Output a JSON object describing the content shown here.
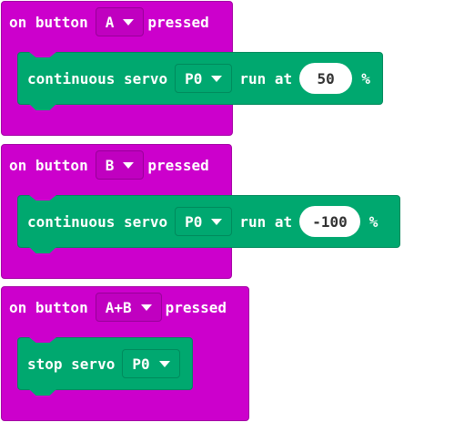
{
  "blocks": [
    {
      "event_prefix": "on button",
      "button": "A",
      "event_suffix": "pressed",
      "statement": {
        "prefix": "continuous servo",
        "pin": "P0",
        "middle": "run at",
        "value": "50",
        "suffix": "%"
      }
    },
    {
      "event_prefix": "on button",
      "button": "B",
      "event_suffix": "pressed",
      "statement": {
        "prefix": "continuous servo",
        "pin": "P0",
        "middle": "run at",
        "value": "-100",
        "suffix": "%"
      }
    },
    {
      "event_prefix": "on button",
      "button": "A+B",
      "event_suffix": "pressed",
      "statement": {
        "prefix": "stop servo",
        "pin": "P0"
      }
    }
  ],
  "colors": {
    "event_block": "#cc00cc",
    "statement_block": "#00a86f",
    "number_field": "#ffffff"
  },
  "icons": {
    "dropdown": "caret-down-icon"
  }
}
